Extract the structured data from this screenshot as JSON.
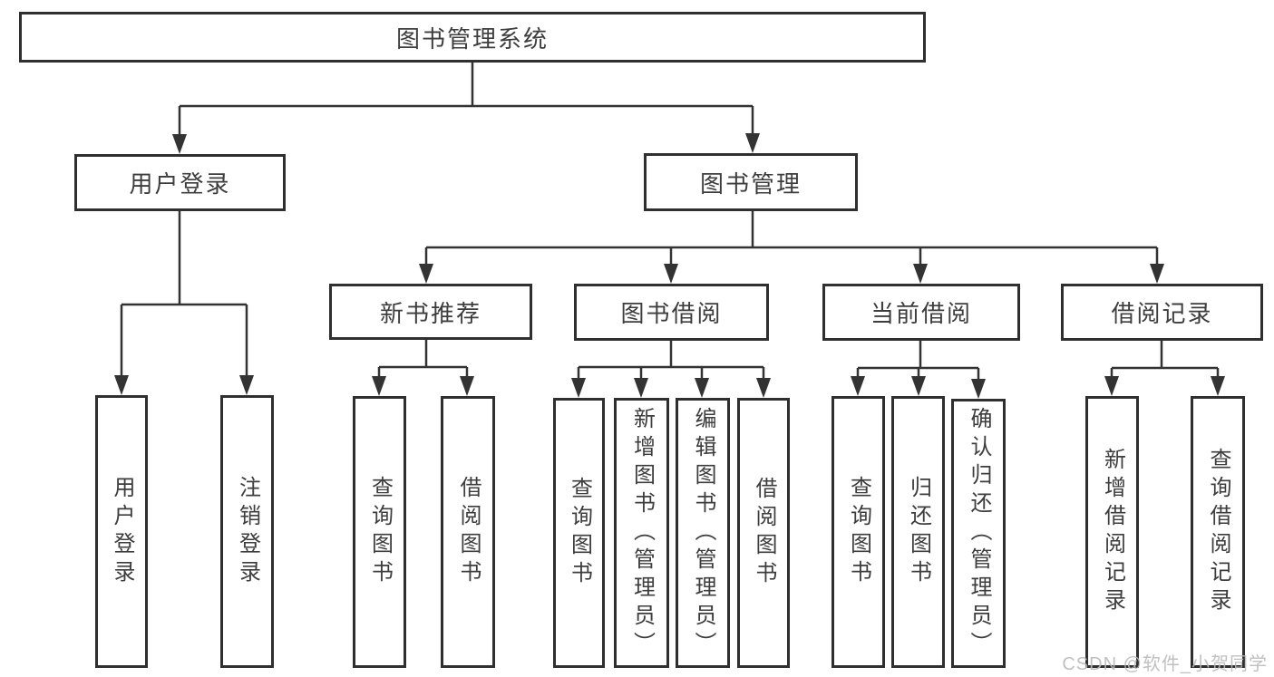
{
  "diagram_type": "hierarchy-chart",
  "colors": {
    "background": "#ffffff",
    "line": "#333333",
    "box_border": "#2f2f2f",
    "text": "#3d3d3d",
    "watermark": "#b9b9b9"
  },
  "tree": {
    "label": "图书管理系统",
    "children": [
      {
        "label": "用户登录",
        "children": [
          {
            "label": "用户登录"
          },
          {
            "label": "注销登录"
          }
        ]
      },
      {
        "label": "图书管理",
        "children": [
          {
            "label": "新书推荐",
            "children": [
              {
                "label": "查询图书"
              },
              {
                "label": "借阅图书"
              }
            ]
          },
          {
            "label": "图书借阅",
            "children": [
              {
                "label": "查询图书"
              },
              {
                "label": "新增图书（管理员）"
              },
              {
                "label": "编辑图书（管理员）"
              },
              {
                "label": "借阅图书"
              }
            ]
          },
          {
            "label": "当前借阅",
            "children": [
              {
                "label": "查询图书"
              },
              {
                "label": "归还图书"
              },
              {
                "label": "确认归还（管理员）"
              }
            ]
          },
          {
            "label": "借阅记录",
            "children": [
              {
                "label": "新增借阅记录"
              },
              {
                "label": "查询借阅记录"
              }
            ]
          }
        ]
      }
    ]
  },
  "watermark": {
    "text": "CSDN @软件_小贺同学"
  }
}
